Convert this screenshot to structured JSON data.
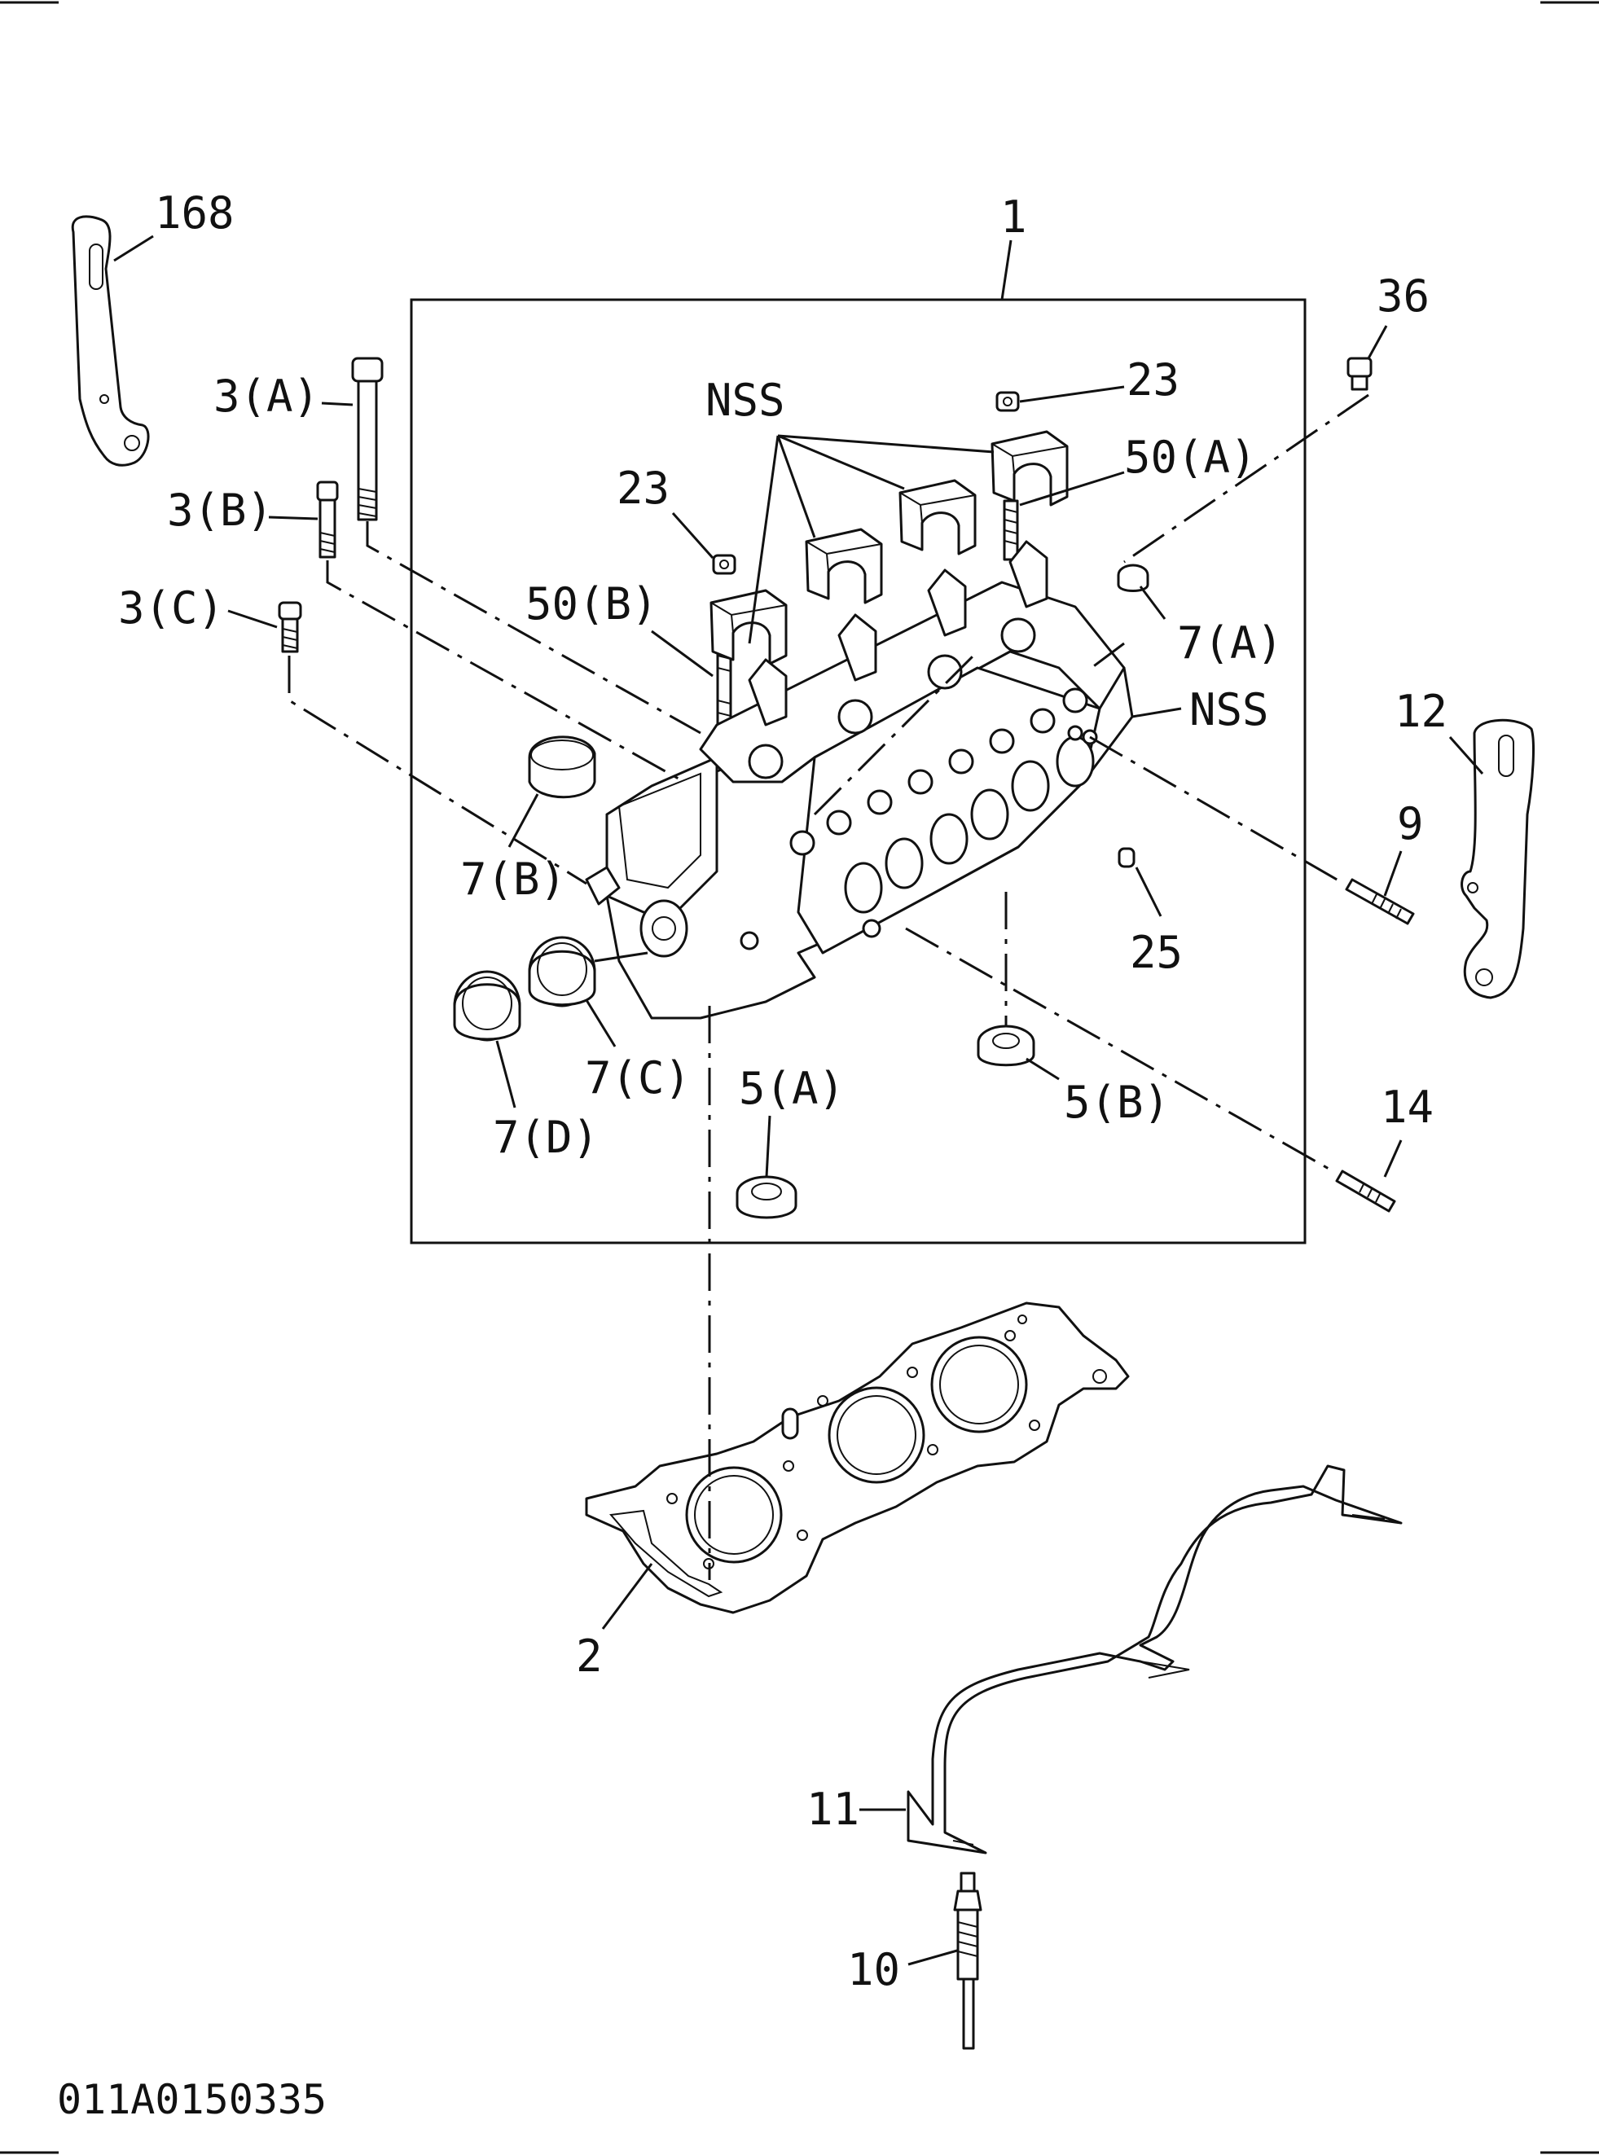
{
  "diagram": {
    "labels": {
      "p1": "1",
      "p168": "168",
      "p36": "36",
      "p3a": "3(A)",
      "p3b": "3(B)",
      "p3c": "3(C)",
      "nss_top": "NSS",
      "p23_top": "23",
      "p50a": "50(A)",
      "p23_left": "23",
      "p50b": "50(B)",
      "p7a": "7(A)",
      "nss_right": "NSS",
      "p12": "12",
      "p9": "9",
      "p25": "25",
      "p7b": "7(B)",
      "p7c": "7(C)",
      "p7d": "7(D)",
      "p5a": "5(A)",
      "p5b": "5(B)",
      "p14": "14",
      "p2": "2",
      "p11": "11",
      "p10": "10"
    },
    "code": "011A0150335",
    "parts": [
      "bracket-168-icon",
      "bolt-3a-icon",
      "bolt-3b-icon",
      "bolt-3c-icon",
      "cylinder-head-icon",
      "bearing-cap-icon",
      "nut-23-icon",
      "stud-50a-icon",
      "stud-50b-icon",
      "plug-36-icon",
      "plug-7a-icon",
      "plug-7b-icon",
      "seal-7c-icon",
      "seal-7d-icon",
      "seal-5a-icon",
      "seal-5b-icon",
      "pin-25-icon",
      "stud-9-icon",
      "stud-14-icon",
      "bracket-12-icon",
      "head-gasket-icon",
      "glow-plug-lead-icon",
      "glow-plug-icon"
    ]
  }
}
